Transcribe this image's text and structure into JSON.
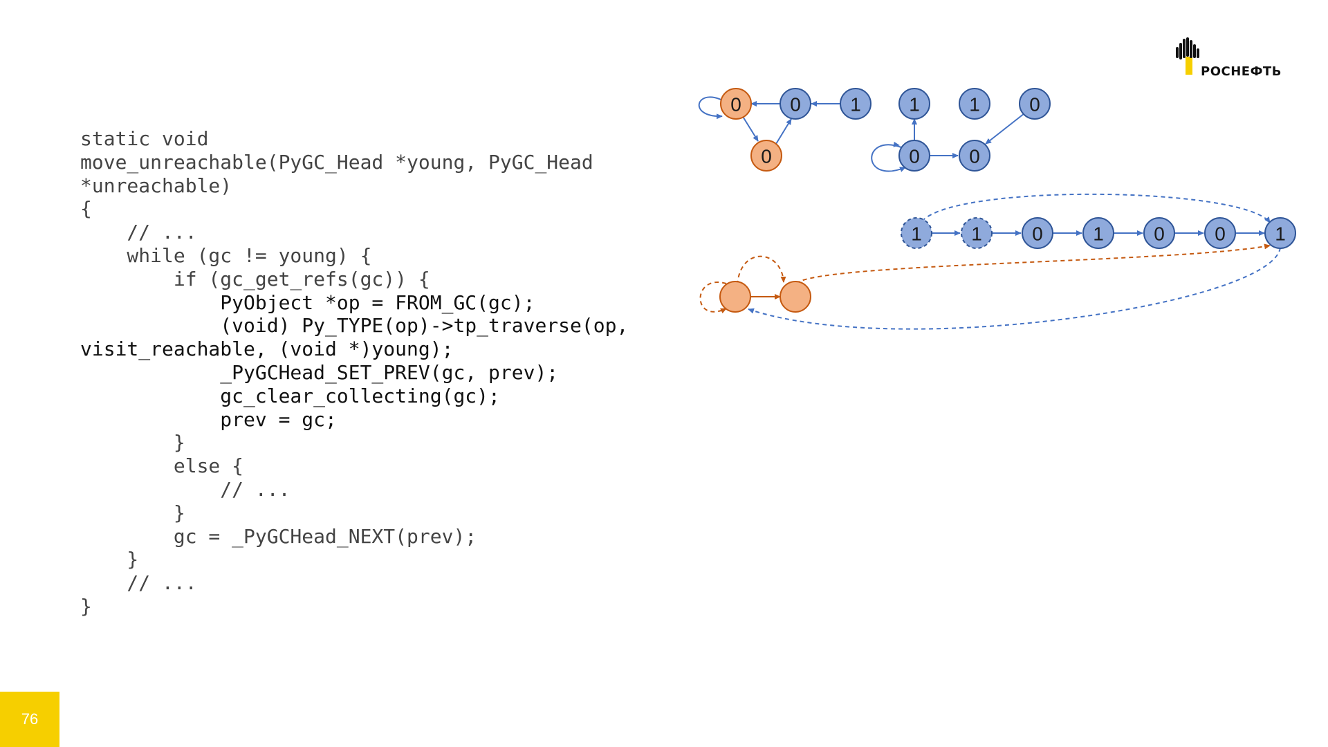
{
  "code": {
    "lines": [
      "static void",
      "move_unreachable(PyGC_Head *young, PyGC_Head",
      "*unreachable)",
      "{",
      "    // ...",
      "    while (gc != young) {",
      "        if (gc_get_refs(gc)) {",
      "            PyObject *op = FROM_GC(gc);",
      "            (void) Py_TYPE(op)->tp_traverse(op,",
      "visit_reachable, (void *)young);",
      "            _PyGCHead_SET_PREV(gc, prev);",
      "            gc_clear_collecting(gc);",
      "            prev = gc;",
      "        }",
      "        else {",
      "            // ...",
      "        }",
      "        gc = _PyGCHead_NEXT(prev);",
      "    }",
      "    // ...",
      "}"
    ]
  },
  "diagram": {
    "colors": {
      "blue_fill": "#8faadc",
      "blue_stroke": "#2f5597",
      "orange_fill": "#f4b183",
      "orange_stroke": "#c55a11",
      "blue_arrow": "#4472c4",
      "orange_arrow": "#c55a11"
    },
    "top_left_group": [
      "0",
      "0",
      "1",
      "0"
    ],
    "top_right_group": [
      "1",
      "1",
      "0",
      "0",
      "0"
    ],
    "chain": [
      "1",
      "1",
      "0",
      "1",
      "0",
      "0",
      "1"
    ],
    "orange_pair": [
      "",
      ""
    ]
  },
  "logo": {
    "text": "РОСНЕФТЬ",
    "icon": "rosneft-logo-icon",
    "color": "#f6cf00"
  },
  "page_number": "76"
}
